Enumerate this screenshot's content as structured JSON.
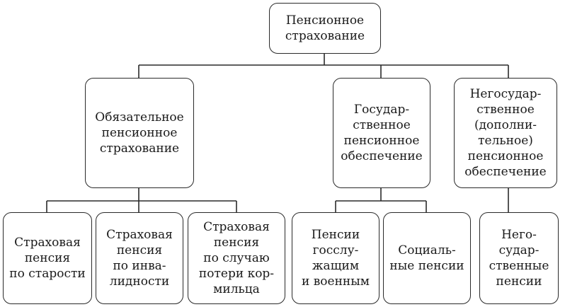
{
  "diagram": {
    "root": {
      "label": "Пенсионное\nстрахование"
    },
    "level2": [
      {
        "id": "mandatory",
        "label": "Обязательное\nпенсионное\nстрахование"
      },
      {
        "id": "state",
        "label": "Государ-\nственное\nпенсионное\nобеспечение"
      },
      {
        "id": "nonstate",
        "label": "Негосудар-\nственное\n(дополни-\nтельное)\nпенсионное\nобеспечение"
      }
    ],
    "level3": [
      {
        "id": "old-age",
        "parent": "mandatory",
        "label": "Страховая\nпенсия\nпо старости"
      },
      {
        "id": "disability",
        "parent": "mandatory",
        "label": "Страховая\nпенсия\nпо инва-\nлидности"
      },
      {
        "id": "survivor",
        "parent": "mandatory",
        "label": "Страховая\nпенсия\nпо случаю\nпотери кор-\nмильца"
      },
      {
        "id": "civil-military",
        "parent": "state",
        "label": "Пенсии\nгосслу-\nжащим\nи военным"
      },
      {
        "id": "social",
        "parent": "state",
        "label": "Социаль-\nные пенсии"
      },
      {
        "id": "nonstate-pensions",
        "parent": "nonstate",
        "label": "Него-\nсудар-\nственные\nпенсии"
      }
    ]
  }
}
